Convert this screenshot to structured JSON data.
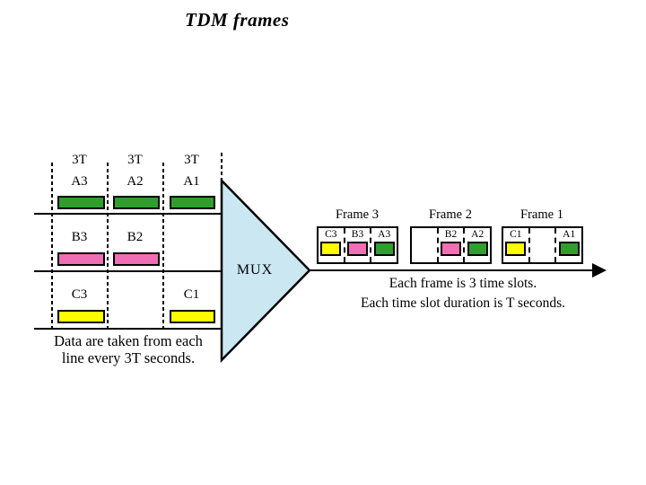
{
  "slide": {
    "title": "TDM frames"
  },
  "colors": {
    "green": "#2f9e2f",
    "pink": "#f06eb4",
    "yellow": "#fdfd00",
    "mux": "#cbe7f1"
  },
  "left_panel": {
    "durations": [
      "3T",
      "3T",
      "3T"
    ],
    "line_a": {
      "labels": [
        "A3",
        "A2",
        "A1"
      ],
      "color": "green"
    },
    "line_b": {
      "labels": [
        "B3",
        "B2"
      ],
      "color": "pink"
    },
    "line_c": {
      "labels": [
        "C3",
        "C1"
      ],
      "color": "yellow"
    },
    "caption_line1": "Data are taken from each",
    "caption_line2": "line every 3T seconds."
  },
  "mux": {
    "label": "MUX"
  },
  "output": {
    "frames": [
      {
        "title": "Frame 3",
        "slots": [
          {
            "label": "C3",
            "color": "yellow"
          },
          {
            "label": "B3",
            "color": "pink"
          },
          {
            "label": "A3",
            "color": "green"
          }
        ]
      },
      {
        "title": "Frame 2",
        "slots": [
          {
            "label": "",
            "color": ""
          },
          {
            "label": "B2",
            "color": "pink"
          },
          {
            "label": "A2",
            "color": "green"
          }
        ]
      },
      {
        "title": "Frame 1",
        "slots": [
          {
            "label": "C1",
            "color": "yellow"
          },
          {
            "label": "",
            "color": ""
          },
          {
            "label": "A1",
            "color": "green"
          }
        ]
      }
    ],
    "caption_line1": "Each frame is 3 time slots.",
    "caption_line2": "Each time slot duration is T seconds."
  }
}
